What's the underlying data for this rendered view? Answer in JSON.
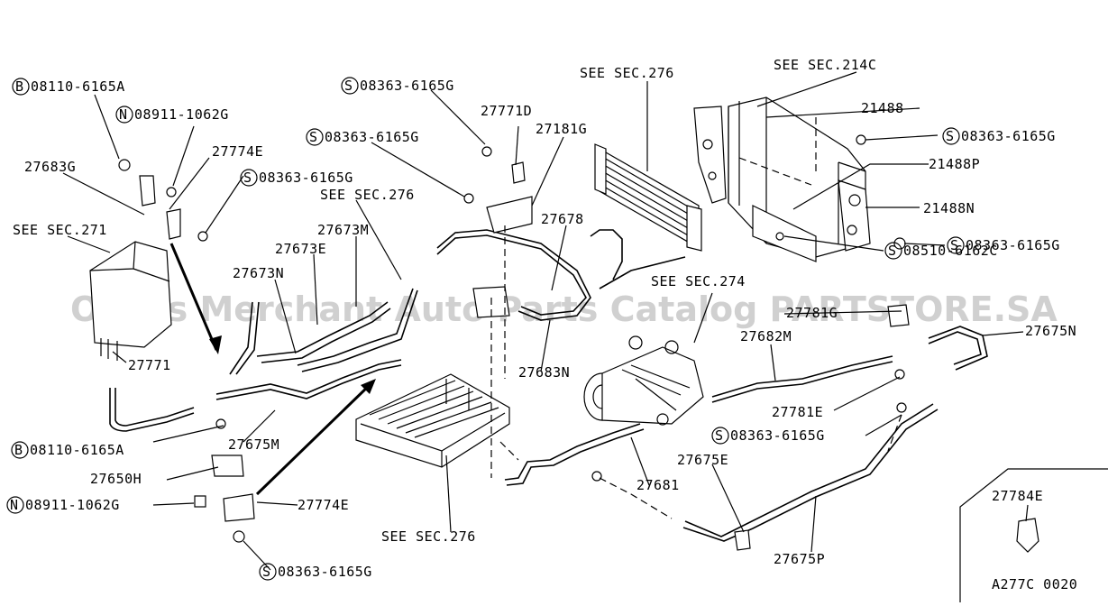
{
  "watermark": "Offers Merchant Auto Parts Catalog PARTSTORE.SA",
  "figure_code": "A277C 0020",
  "labels": {
    "b_08110_6165a_top": "08110-6165A",
    "n_08911_1062g_top": "08911-1062G",
    "l27774e_top": "27774E",
    "l27683g": "27683G",
    "s_08363_6165g_left": "08363-6165G",
    "see_271": "SEE SEC.271",
    "see_276_left": "SEE SEC.276",
    "l27673m": "27673M",
    "l27673e": "27673E",
    "l27673n": "27673N",
    "l27771": "27771",
    "b_08110_6165a_bot": "08110-6165A",
    "l27675m": "27675M",
    "l27650h": "27650H",
    "n_08911_1062g_bot": "08911-1062G",
    "l27774e_bot": "27774E",
    "s_08363_6165g_bot": "08363-6165G",
    "see_276_bot": "SEE SEC.276",
    "s_08363_6165g_topmid": "08363-6165G",
    "s_08363_6165g_mid": "08363-6165G",
    "l27771d": "27771D",
    "l27181g": "27181G",
    "l27678": "27678",
    "l27683n": "27683N",
    "see_276_top": "SEE SEC.276",
    "see_214c": "SEE SEC.214C",
    "l21488": "21488",
    "s_08363_6165g_right1": "08363-6165G",
    "l21488p": "21488P",
    "l21488n": "21488N",
    "s_08363_6165g_right2": "08363-6165G",
    "s_08510_6162c": "08510-6162C",
    "see_274": "SEE SEC.274",
    "l27781g": "27781G",
    "l27675n": "27675N",
    "l27682m": "27682M",
    "l27781e": "27781E",
    "s_08363_6165g_right3": "08363-6165G",
    "l27675e": "27675E",
    "l27681": "27681",
    "l27675p": "27675P",
    "l27784e": "27784E"
  },
  "prefix": {
    "b": "B",
    "n": "N",
    "s": "S"
  }
}
